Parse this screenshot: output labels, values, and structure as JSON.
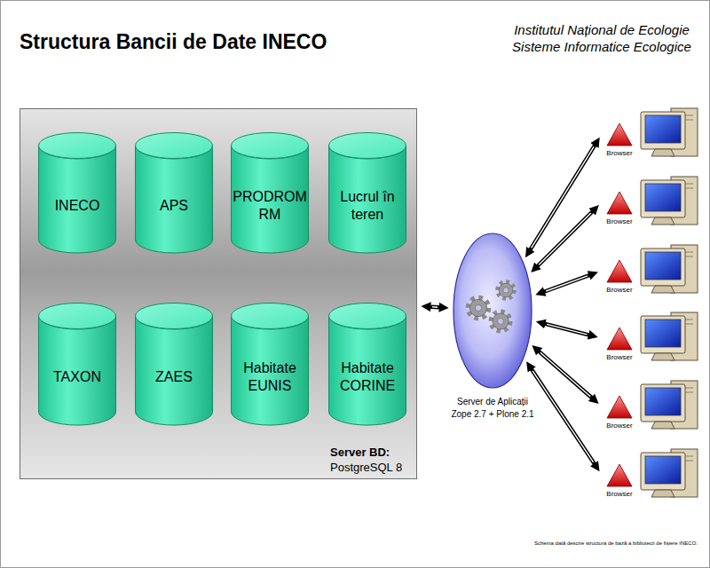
{
  "diagram": {
    "title": "Structura Bancii de Date INECO",
    "caption": "Schema dată descrie structura de bază a bibliotecii de fișiere INECO.",
    "nodes": [
      {
        "text": [
          "Server BD:",
          "PostgreSQL 8"
        ]
      },
      {
        "text": [
          "INECO"
        ],
        "in": 0
      },
      {
        "text": [
          "APS"
        ],
        "in": 0
      },
      {
        "text": [
          "PRODROM RM"
        ],
        "in": 0
      },
      {
        "text": [
          "Lucrul în teren"
        ],
        "in": 0
      },
      {
        "text": [
          "TAXON"
        ],
        "in": 0
      },
      {
        "text": [
          "ZAES"
        ],
        "in": 0
      },
      {
        "text": [
          "Habitate EUNIS"
        ],
        "in": 0
      },
      {
        "text": [
          "Habitate CORINE"
        ],
        "in": 0
      },
      {
        "text": [
          "Server de Aplicații Zope 2.7 + Plone 2.1"
        ]
      },
      {
        "text": [
          "Browser"
        ]
      },
      {
        "text": [
          "Browser"
        ]
      },
      {
        "text": [
          "Browser"
        ]
      },
      {
        "text": [
          "Browser"
        ]
      },
      {
        "text": [
          "Browser"
        ]
      },
      {
        "text": [
          "Browser"
        ]
      }
    ],
    "edges": [
      {
        "from": 0,
        "to": 9,
        "arrow": "both"
      },
      {
        "from": 9,
        "to": 10,
        "arrow": "both"
      },
      {
        "from": 9,
        "to": 11,
        "arrow": "both"
      },
      {
        "from": 9,
        "to": 12,
        "arrow": "both"
      },
      {
        "from": 9,
        "to": 13,
        "arrow": "both"
      },
      {
        "from": 9,
        "to": 14,
        "arrow": "both"
      },
      {
        "from": 9,
        "to": 15,
        "arrow": "both"
      }
    ],
    "labels": [
      "Institutul Național de Ecologie",
      "Sisteme Informatice Ecologice"
    ]
  }
}
